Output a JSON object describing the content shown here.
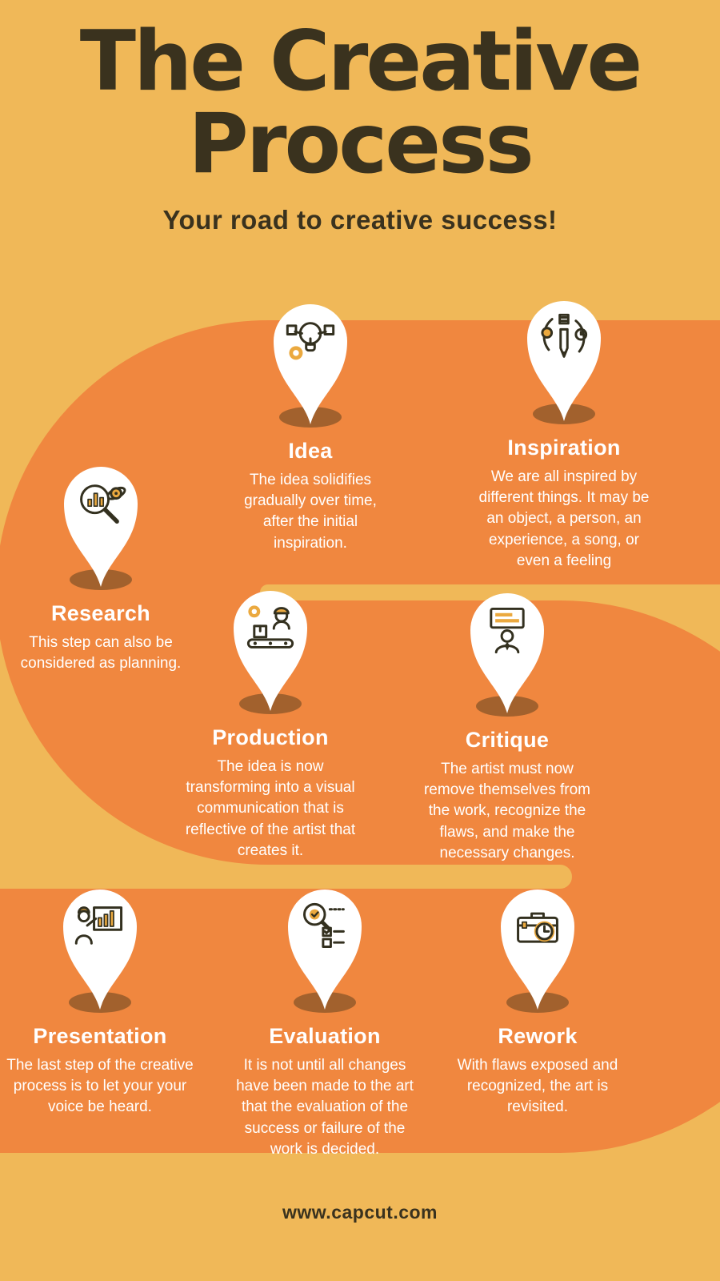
{
  "header": {
    "title_line1": "The Creative",
    "title_line2": "Process",
    "subtitle": "Your road to creative success!"
  },
  "footer": {
    "website": "www.capcut.com"
  },
  "colors": {
    "background": "#F0B858",
    "road": "#F0873F",
    "title": "#3A321E",
    "shadow": "#A2612D",
    "accent": "#EBA93F",
    "text": "#FFFFFF"
  },
  "stations": [
    {
      "id": "idea",
      "title": "Idea",
      "icon": "idea-lightbulb-icon",
      "description": "The idea solidifies gradually over time, after the initial inspiration."
    },
    {
      "id": "inspiration",
      "title": "Inspiration",
      "icon": "inspiration-pencil-cycle-icon",
      "description": "We are all inspired by different things.  It may be an object, a person, an experience, a song, or even a feeling"
    },
    {
      "id": "research",
      "title": "Research",
      "icon": "research-magnifier-chart-icon",
      "description": "This step can also be considered as planning."
    },
    {
      "id": "production",
      "title": "Production",
      "icon": "production-conveyor-worker-icon",
      "description": "The idea is now transforming into a visual communication that is reflective of the artist that creates it."
    },
    {
      "id": "critique",
      "title": "Critique",
      "icon": "critique-reviewer-board-icon",
      "description": "The artist must now remove themselves from the work, recognize the flaws, and make the necessary changes."
    },
    {
      "id": "presentation",
      "title": "Presentation",
      "icon": "presentation-speaker-chart-icon",
      "description": "The last step of the creative process is to let your your voice be heard."
    },
    {
      "id": "evaluation",
      "title": "Evaluation",
      "icon": "evaluation-checklist-magnifier-icon",
      "description": "It is not until all changes have been made to the art that the evaluation of the success or failure of the work is decided."
    },
    {
      "id": "rework",
      "title": "Rework",
      "icon": "rework-briefcase-clock-icon",
      "description": "With flaws exposed and recognized, the art is revisited."
    }
  ]
}
